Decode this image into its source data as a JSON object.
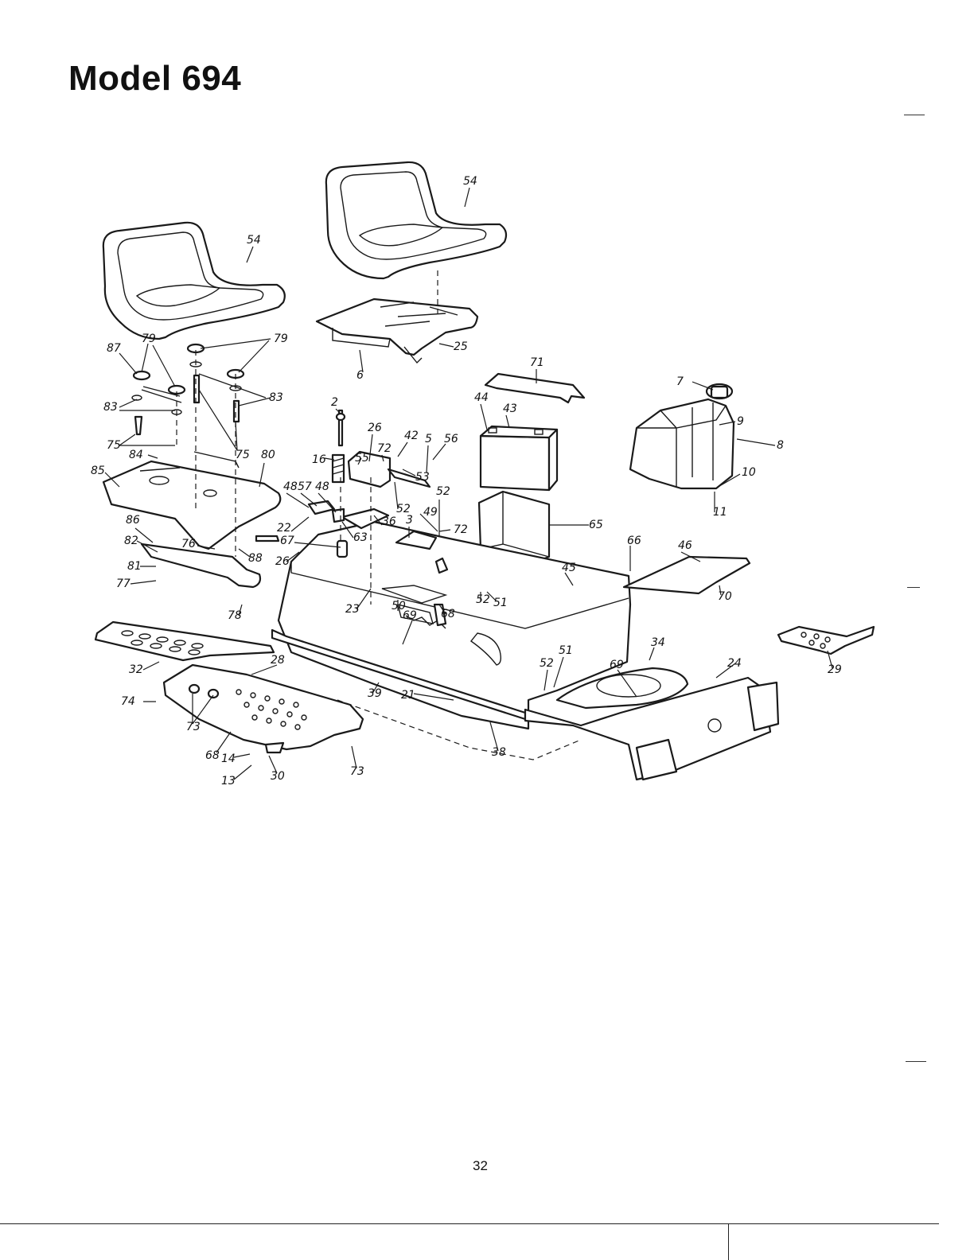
{
  "header": {
    "title": "Model 694"
  },
  "diagram": {
    "callouts": [
      "54",
      "54",
      "87",
      "79",
      "79",
      "83",
      "83",
      "75",
      "75",
      "84",
      "85",
      "80",
      "2",
      "26",
      "72",
      "42",
      "5",
      "56",
      "16",
      "55",
      "53",
      "52",
      "52",
      "49",
      "48",
      "57",
      "48",
      "22",
      "67",
      "36",
      "63",
      "3",
      "72",
      "26",
      "71",
      "44",
      "43",
      "7",
      "9",
      "8",
      "10",
      "11",
      "65",
      "66",
      "46",
      "45",
      "70",
      "86",
      "82",
      "81",
      "77",
      "76",
      "88",
      "78",
      "6",
      "25",
      "23",
      "50",
      "69",
      "68",
      "52",
      "51",
      "32",
      "28",
      "74",
      "73",
      "68",
      "14",
      "13",
      "30",
      "73",
      "39",
      "21",
      "38",
      "52",
      "51",
      "69",
      "34",
      "24",
      "29"
    ]
  },
  "footer": {
    "page_number": "32"
  }
}
